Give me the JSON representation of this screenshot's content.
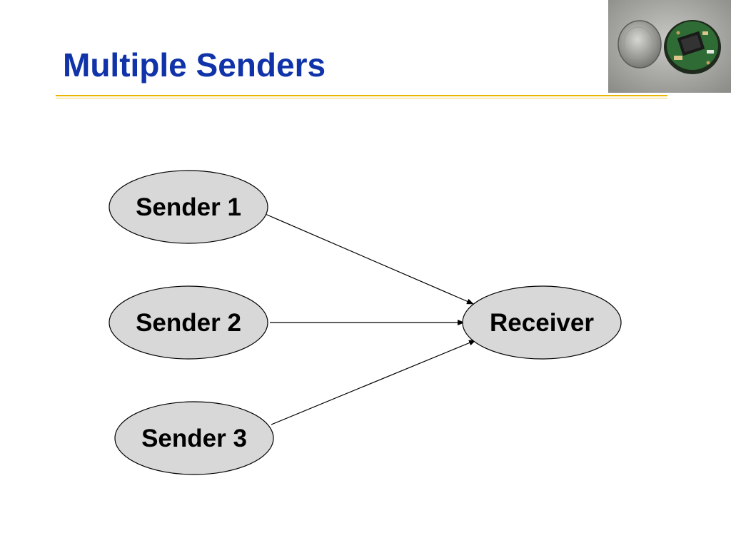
{
  "slide": {
    "title": "Multiple Senders"
  },
  "photo": {
    "subject": "coin-and-sensor-board"
  },
  "diagram": {
    "nodes": [
      {
        "id": "sender1",
        "label": "Sender 1"
      },
      {
        "id": "sender2",
        "label": "Sender 2"
      },
      {
        "id": "sender3",
        "label": "Sender 3"
      },
      {
        "id": "receiver",
        "label": "Receiver"
      }
    ],
    "edges": [
      {
        "from": "sender1",
        "to": "receiver"
      },
      {
        "from": "sender2",
        "to": "receiver"
      },
      {
        "from": "sender3",
        "to": "receiver"
      }
    ]
  },
  "colors": {
    "title": "#1133aa",
    "rule": "#e8b500",
    "node_fill": "#d8d8d8",
    "node_stroke": "#000000"
  }
}
